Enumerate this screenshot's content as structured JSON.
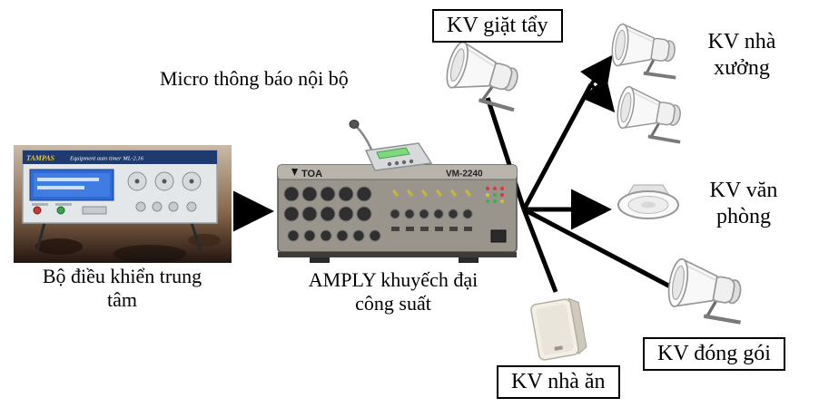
{
  "labels": {
    "micro": "Micro thông báo nội bộ",
    "controller": "Bộ điều khiển trung tâm",
    "amplifier": "AMPLY khuyếch đại công suất",
    "zone_laundry": "KV giặt tẩy",
    "zone_workshop": "KV nhà xưởng",
    "zone_office": "KV văn phòng",
    "zone_packing": "KV đóng gói",
    "zone_canteen": "KV nhà ăn"
  },
  "devices": {
    "amplifier": {
      "brand": "TOA",
      "model": "VM-2240"
    },
    "controller": {
      "brand": "TAMPAS",
      "model": "Equipment auto timer ML-2.16"
    }
  },
  "colors": {
    "background": "#ffffff",
    "arrow": "#000000",
    "label_border": "#000000"
  }
}
